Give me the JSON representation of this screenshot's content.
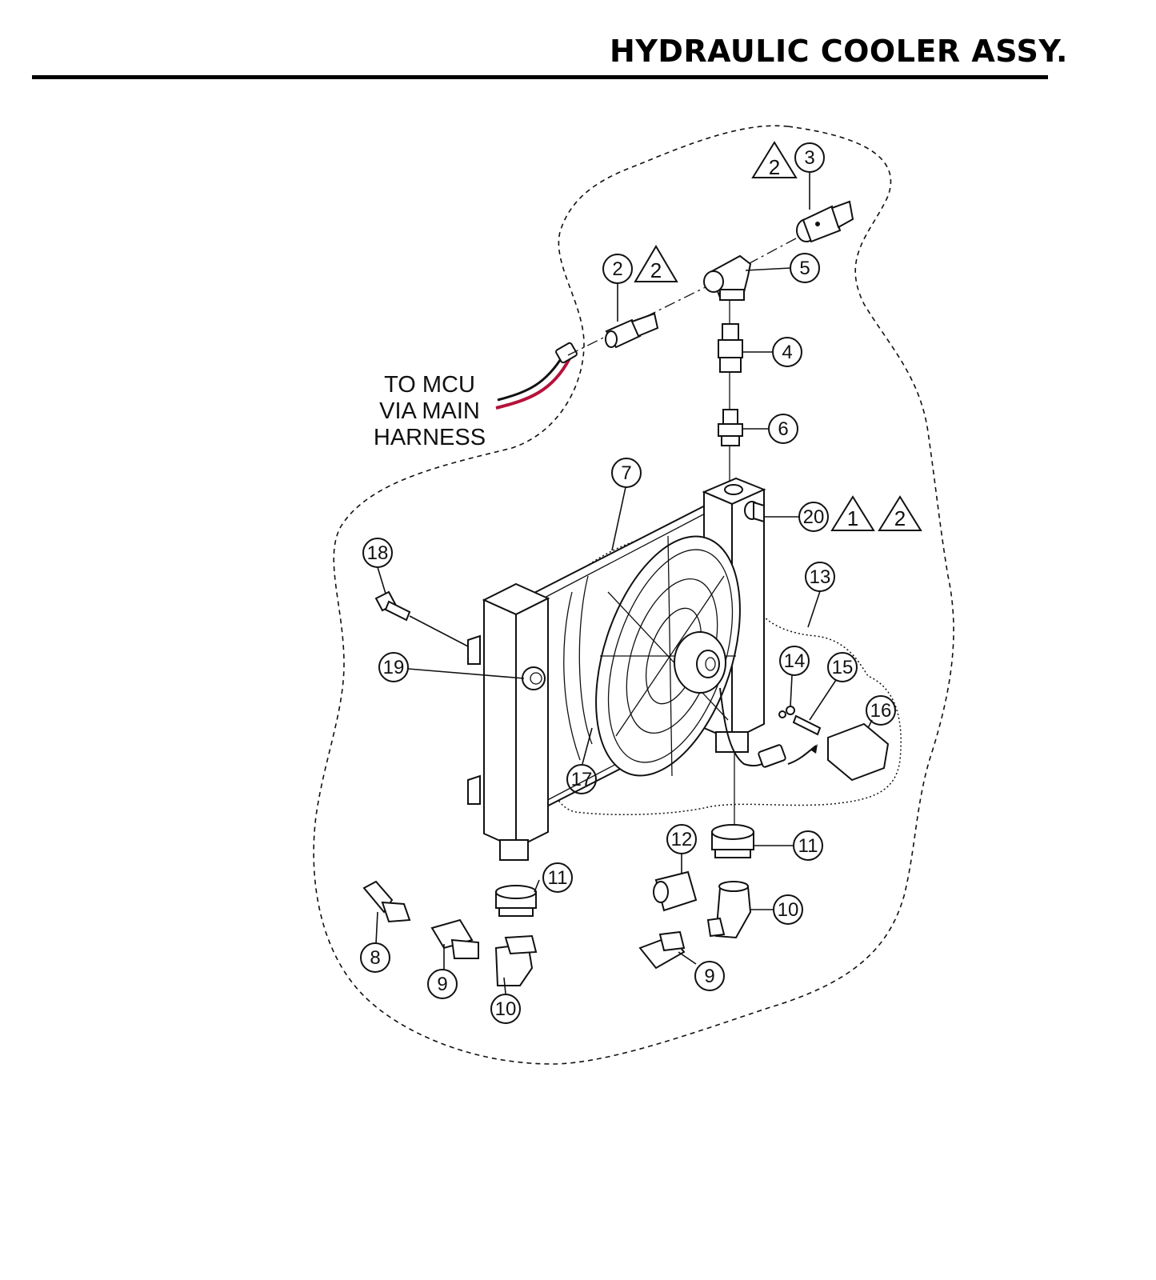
{
  "title": "HYDRAULIC COOLER ASSY.",
  "mcu_label": [
    "TO MCU",
    "VIA MAIN",
    "HARNESS"
  ],
  "callouts": [
    {
      "id": "c3",
      "label": "3"
    },
    {
      "id": "c2",
      "label": "2"
    },
    {
      "id": "c5",
      "label": "5"
    },
    {
      "id": "c4",
      "label": "4"
    },
    {
      "id": "c6",
      "label": "6"
    },
    {
      "id": "c7",
      "label": "7"
    },
    {
      "id": "c20",
      "label": "20"
    },
    {
      "id": "c18",
      "label": "18"
    },
    {
      "id": "c13",
      "label": "13"
    },
    {
      "id": "c19",
      "label": "19"
    },
    {
      "id": "c14",
      "label": "14"
    },
    {
      "id": "c15",
      "label": "15"
    },
    {
      "id": "c16",
      "label": "16"
    },
    {
      "id": "c17",
      "label": "17"
    },
    {
      "id": "c12",
      "label": "12"
    },
    {
      "id": "c11a",
      "label": "11"
    },
    {
      "id": "c11b",
      "label": "11"
    },
    {
      "id": "c10a",
      "label": "10"
    },
    {
      "id": "c10b",
      "label": "10"
    },
    {
      "id": "c8",
      "label": "8"
    },
    {
      "id": "c9a",
      "label": "9"
    },
    {
      "id": "c9b",
      "label": "9"
    }
  ],
  "notes": [
    {
      "id": "n2a",
      "label": "2"
    },
    {
      "id": "n2b",
      "label": "2"
    },
    {
      "id": "n1",
      "label": "1"
    },
    {
      "id": "n2c",
      "label": "2"
    }
  ],
  "colors": {
    "wire_red": "#b5123a",
    "ink": "#111111"
  }
}
